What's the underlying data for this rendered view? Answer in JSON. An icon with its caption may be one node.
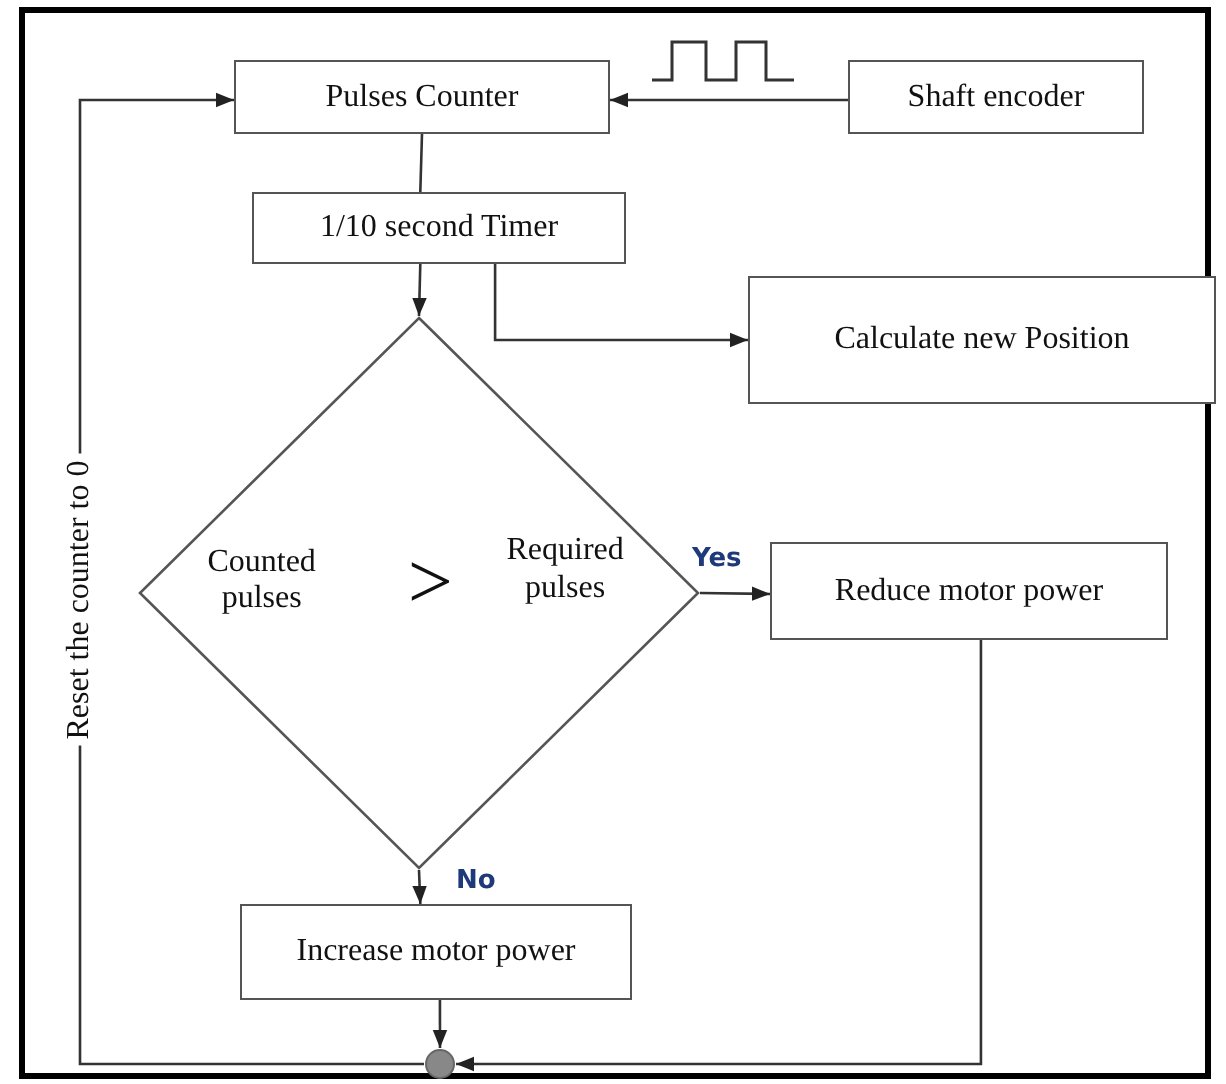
{
  "diagram": {
    "nodes": [
      {
        "text": [
          "Pulses Counter"
        ]
      },
      {
        "text": [
          "Shaft encoder"
        ]
      },
      {
        "text": [
          "1/10 second Timer"
        ]
      },
      {
        "text": [
          "Calculate new Position"
        ]
      },
      {
        "text": [
          "Counted pulses",
          ">",
          "Required pulses"
        ]
      },
      {
        "text": [
          "Reduce  motor power"
        ]
      },
      {
        "text": [
          "Increase motor power"
        ]
      },
      {
        "text": [],
        "shape": "circle"
      }
    ],
    "edges": [
      {
        "from": 1,
        "to": 0,
        "arrow": "to"
      },
      {
        "from": 0,
        "to": 2,
        "arrow": "none"
      },
      {
        "from": 2,
        "to": 4,
        "arrow": "to"
      },
      {
        "from": 2,
        "to": 3,
        "arrow": "to"
      },
      {
        "from": 4,
        "to": 5,
        "arrow": "to",
        "label": "Yes"
      },
      {
        "from": 4,
        "to": 6,
        "arrow": "to",
        "label": "No"
      },
      {
        "from": 6,
        "to": 7,
        "arrow": "to"
      },
      {
        "from": 5,
        "to": 7,
        "arrow": "to"
      },
      {
        "from": 7,
        "to": 0,
        "arrow": "to",
        "label": "Reset the counter to 0"
      }
    ]
  }
}
